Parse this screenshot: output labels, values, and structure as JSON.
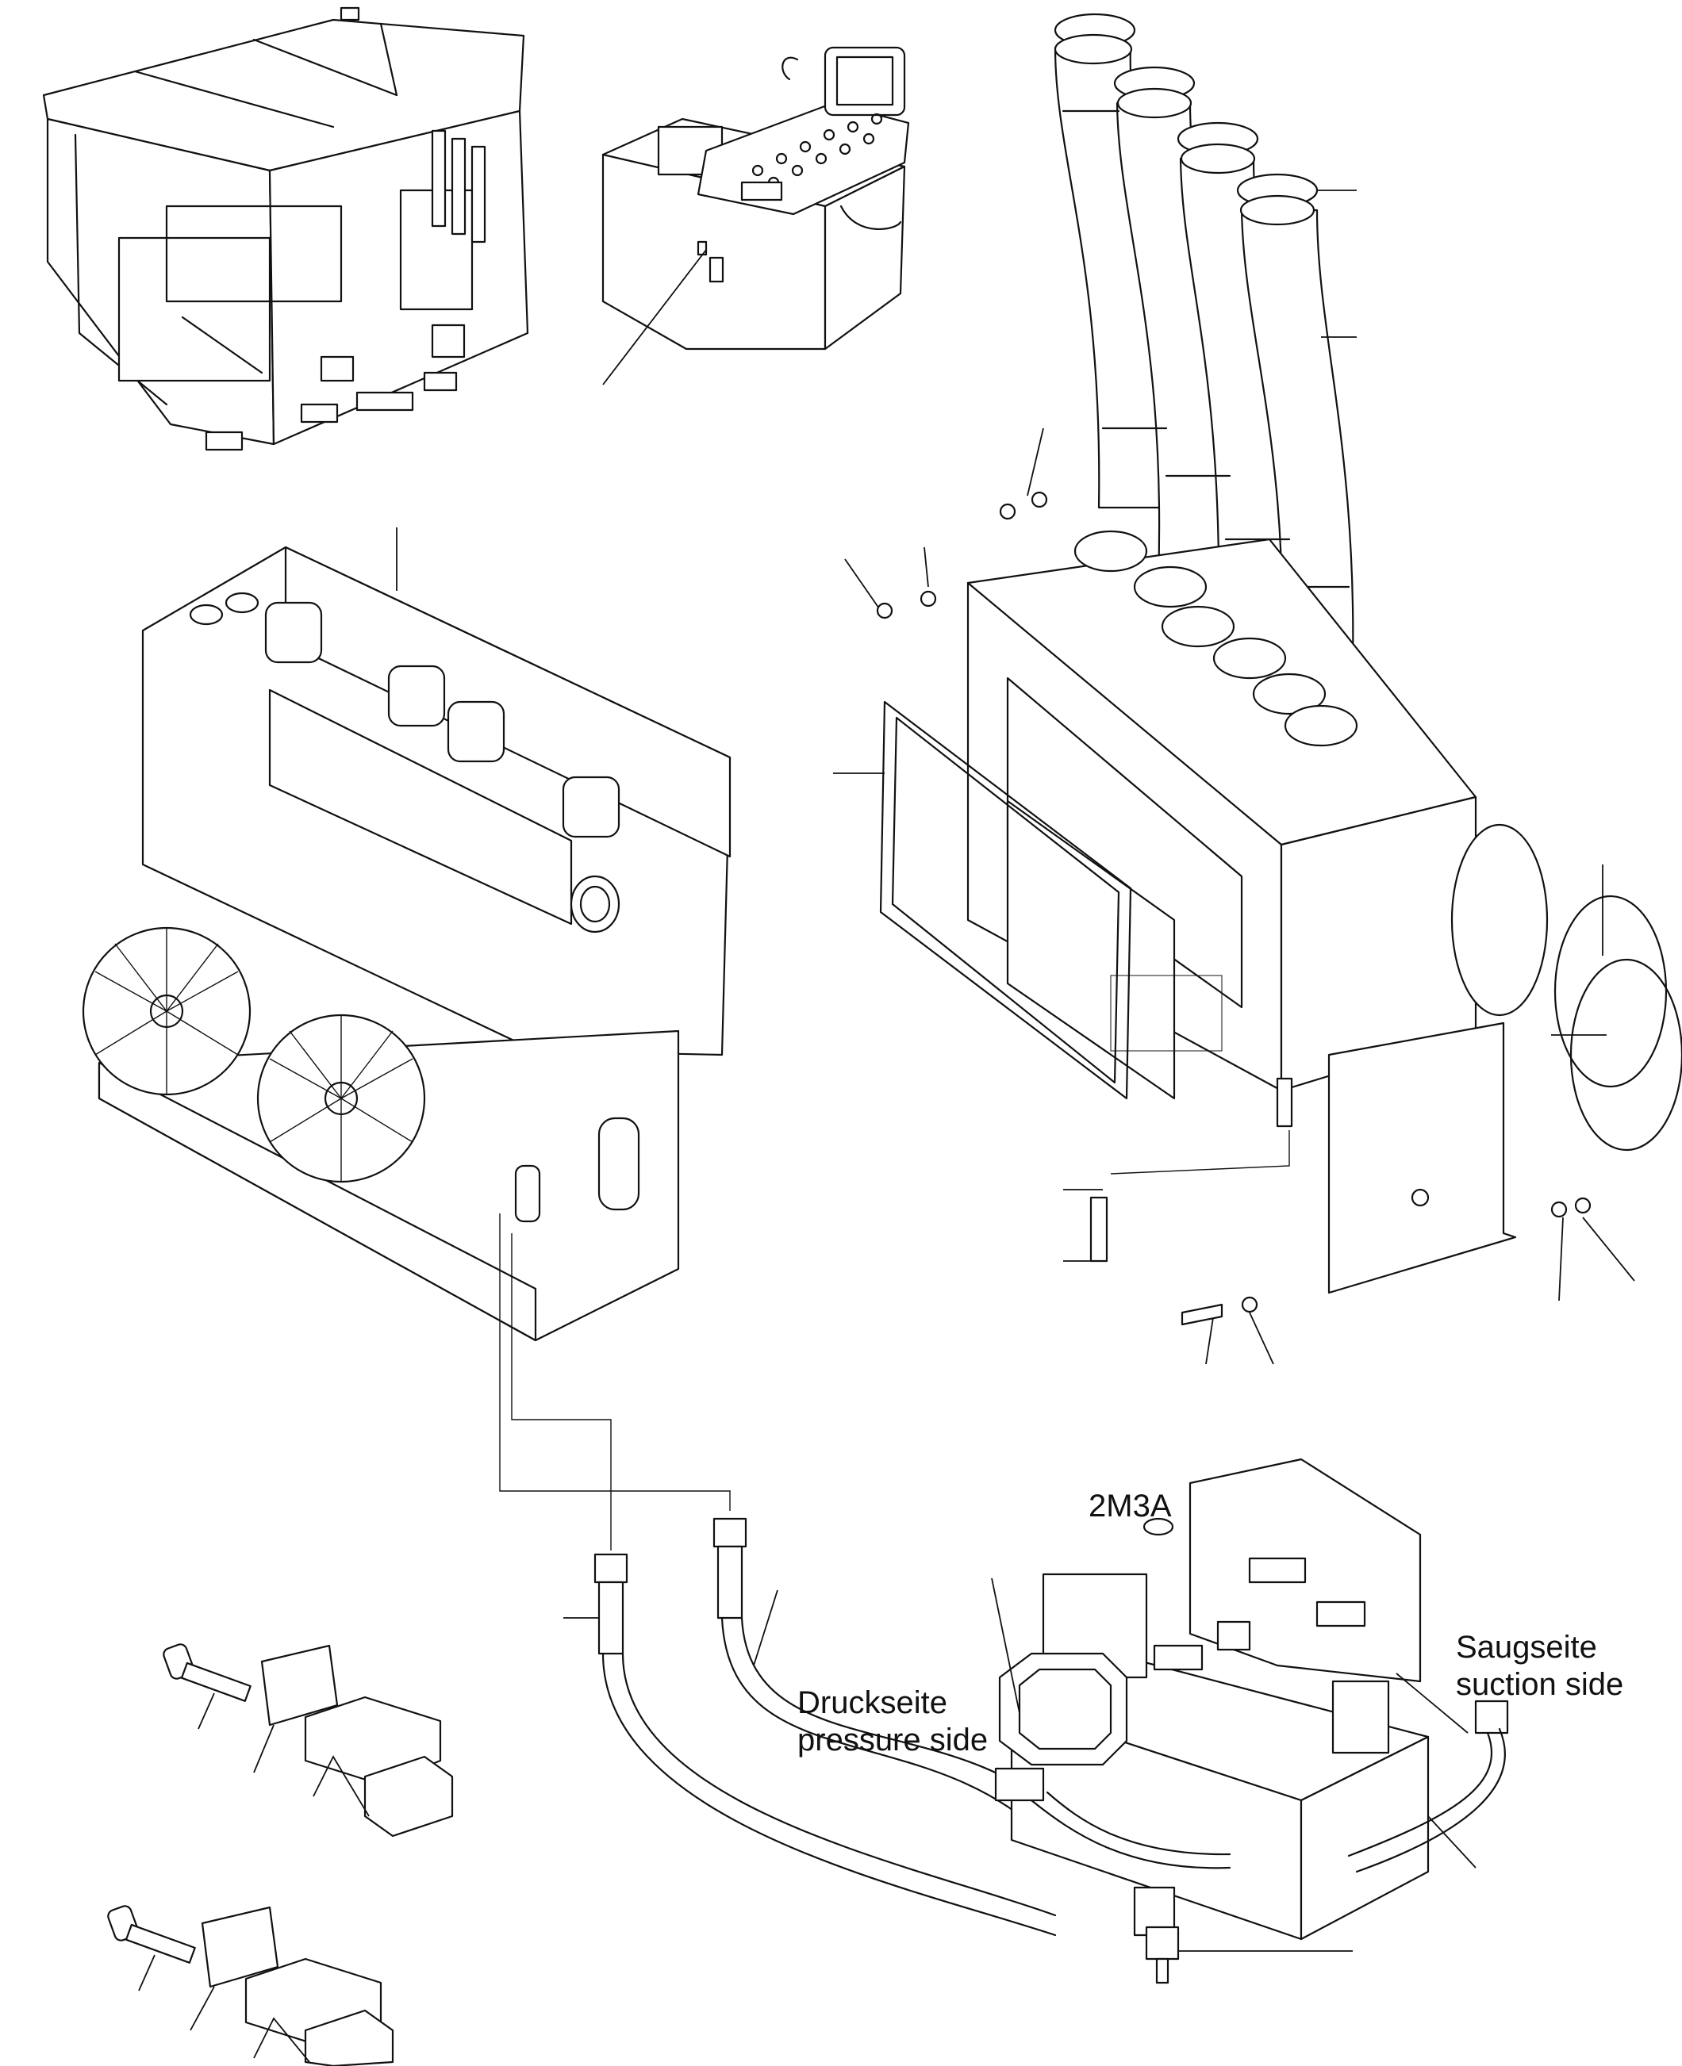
{
  "labels": {
    "compressor_id": "2M3A",
    "pressure_side_de": "Druckseite",
    "pressure_side_en": "pressure side",
    "suction_side_de": "Saugseite",
    "suction_side_en": "suction side"
  },
  "colors": {
    "line": "#111111",
    "background": "#ffffff"
  }
}
